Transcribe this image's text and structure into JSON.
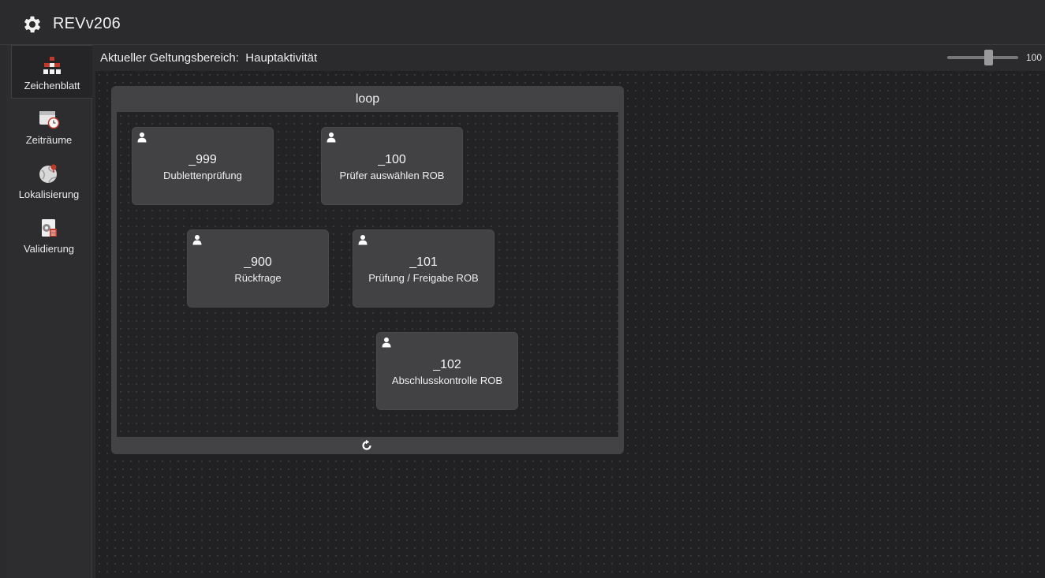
{
  "app": {
    "title": "REVv206",
    "icon": "gear-icon"
  },
  "sidebar": {
    "items": [
      {
        "label": "Zeichenblatt",
        "icon": "org-chart-icon",
        "active": true
      },
      {
        "label": "Zeiträume",
        "icon": "calendar-clock-icon",
        "active": false
      },
      {
        "label": "Lokalisierung",
        "icon": "globe-pin-icon",
        "active": false
      },
      {
        "label": "Validierung",
        "icon": "validation-doc-icon",
        "active": false
      }
    ]
  },
  "scope": {
    "label": "Aktueller Geltungsbereich:",
    "value": "Hauptaktivität",
    "text": "Aktueller Geltungsbereich:  Hauptaktivität"
  },
  "zoom": {
    "value": "100",
    "level": 100,
    "max": 200
  },
  "loop": {
    "title": "loop",
    "footer_icon": "refresh-icon",
    "nodes": [
      {
        "id": "_999",
        "label": "Dublettenprüfung",
        "icon": "user-icon"
      },
      {
        "id": "_100",
        "label": "Prüfer auswählen ROB",
        "icon": "user-icon"
      },
      {
        "id": "_900",
        "label": "Rückfrage",
        "icon": "user-icon"
      },
      {
        "id": "_101",
        "label": "Prüfung / Freigabe ROB",
        "icon": "user-icon"
      },
      {
        "id": "_102",
        "label": "Abschlusskontrolle ROB",
        "icon": "user-icon"
      }
    ]
  },
  "colors": {
    "background": "#2b2b2e",
    "canvas": "#212123",
    "node": "#424245",
    "loop_frame": "#434346",
    "accent_red": "#c0392b"
  }
}
